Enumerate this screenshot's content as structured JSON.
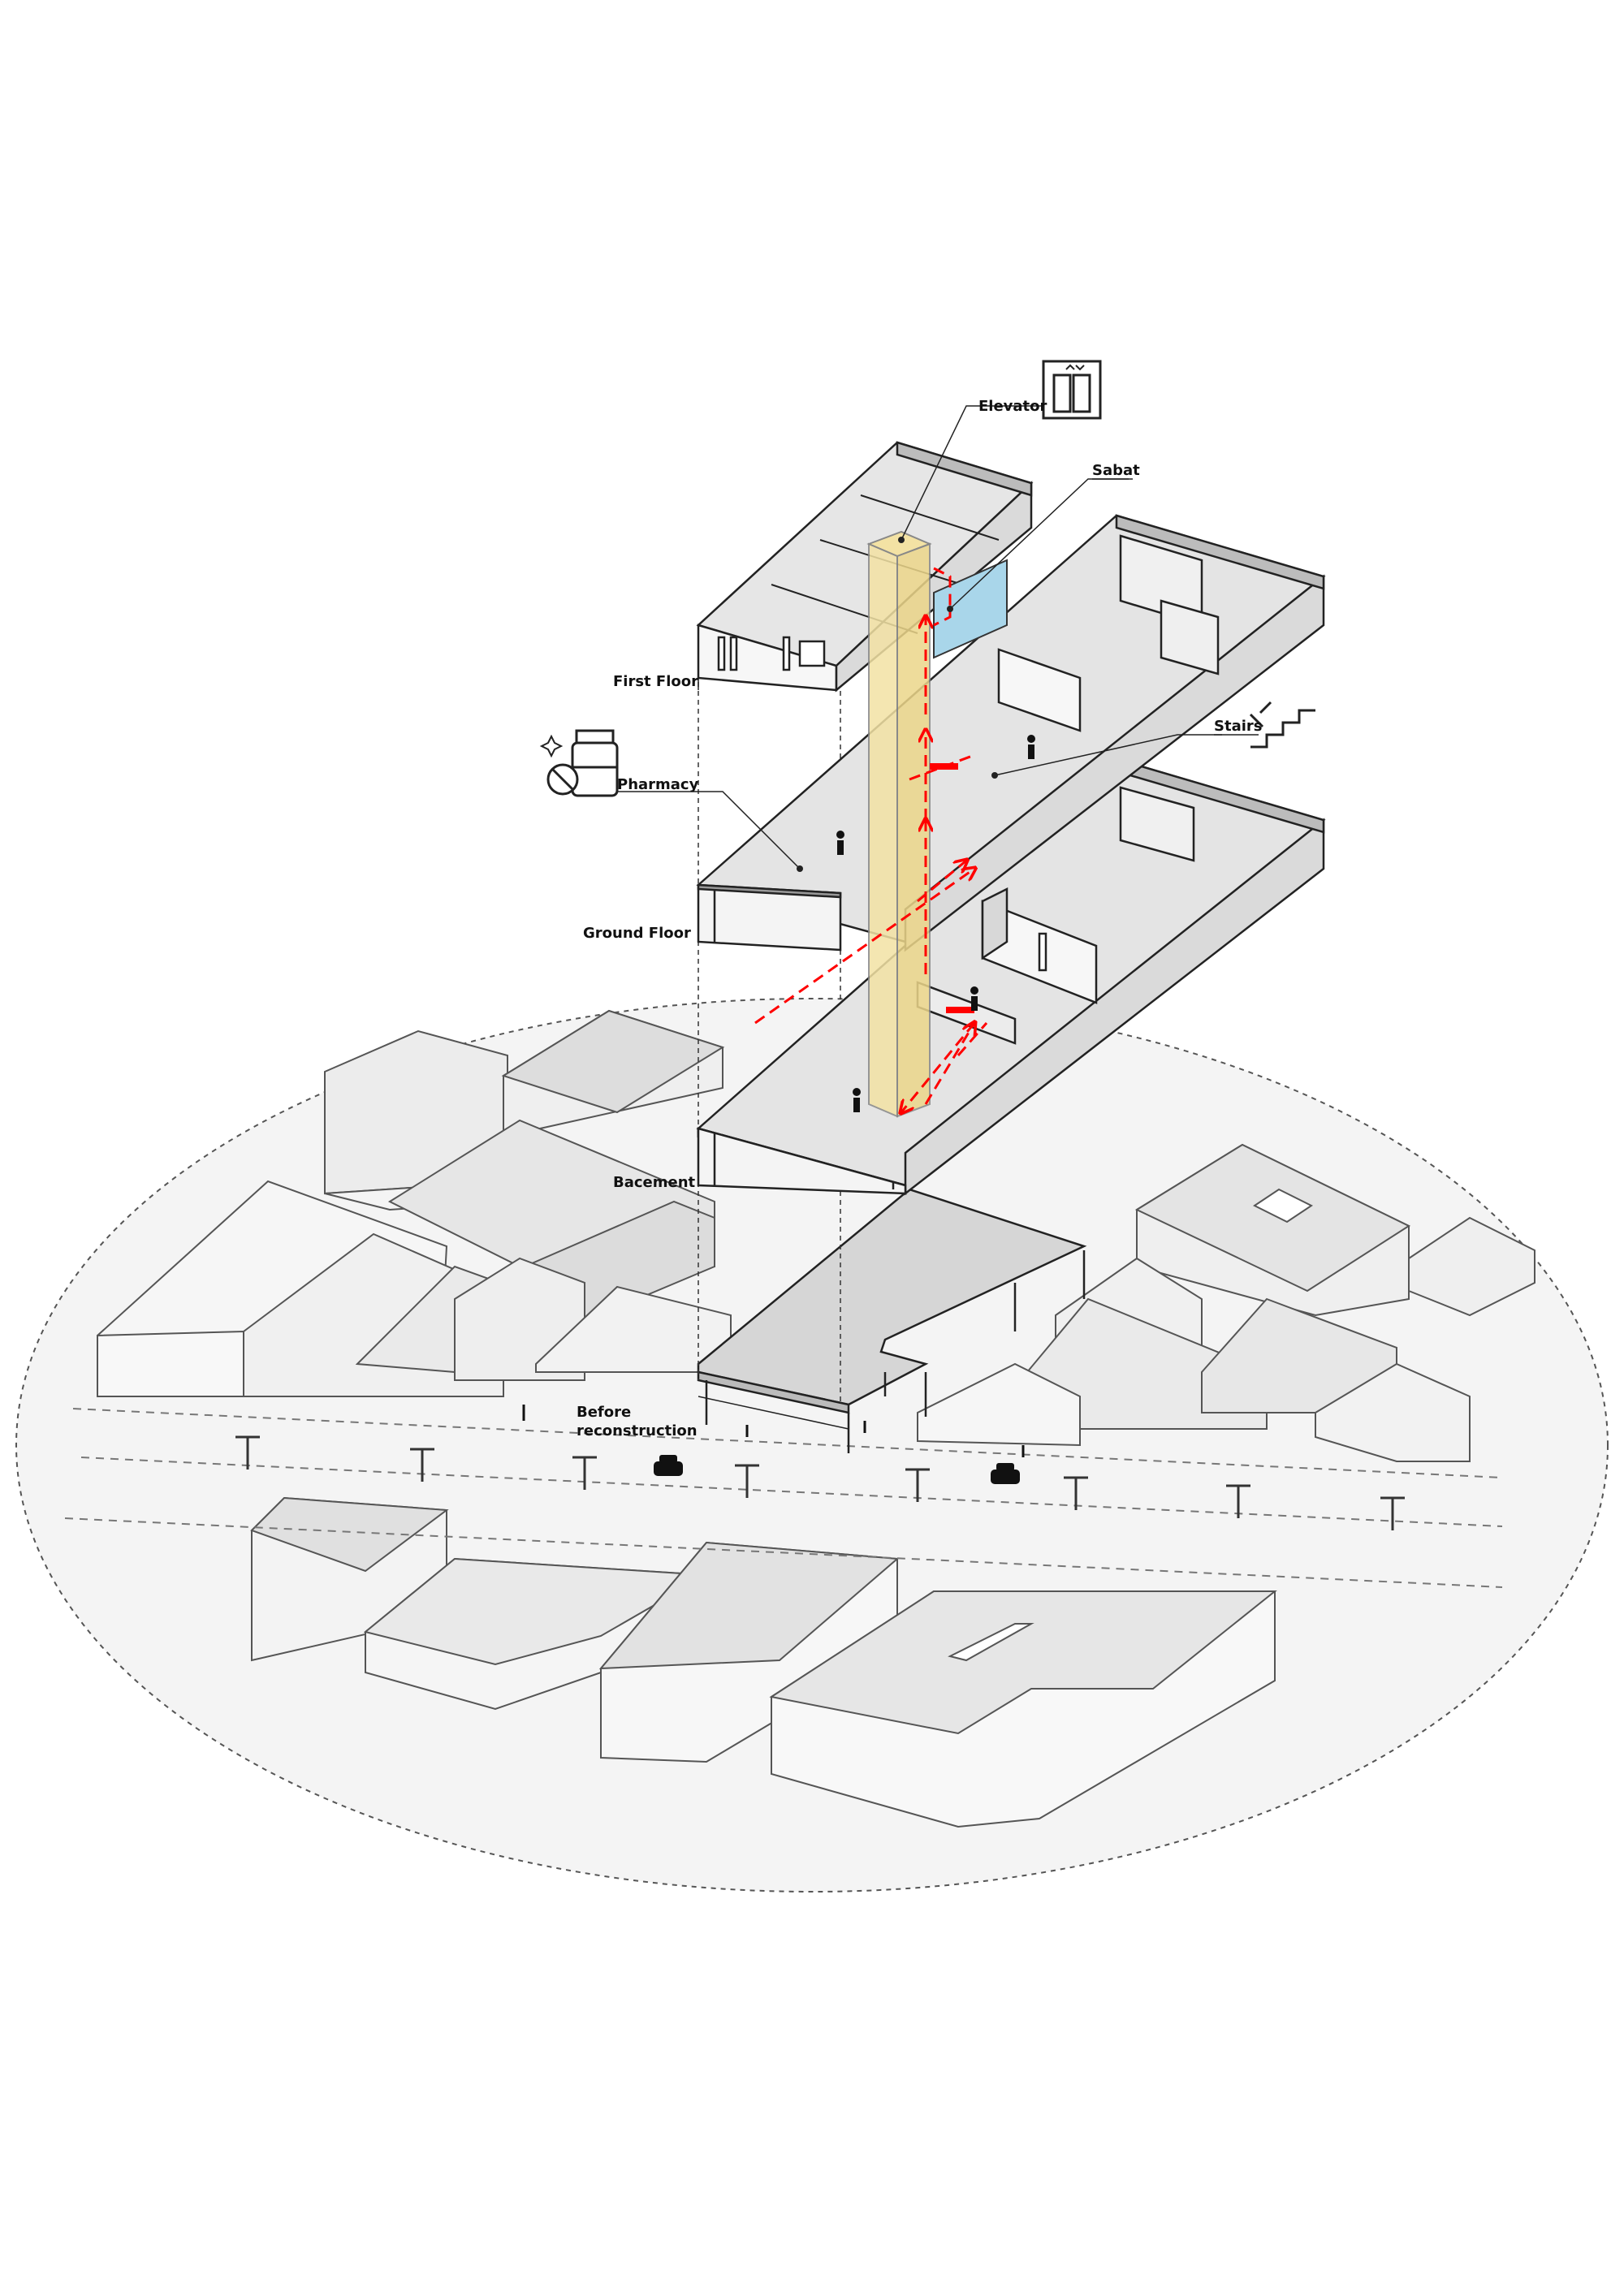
{
  "labels": {
    "elevator": "Elevator",
    "sabat": "Sabat",
    "first_floor": "First Floor",
    "stairs": "Stairs",
    "pharmacy": "Pharmacy",
    "ground_floor": "Ground Floor",
    "basement": "Bacement",
    "before_line1": "Before",
    "before_line2": "reconstruction"
  },
  "colors": {
    "elevator_shaft": "#f3e2a4",
    "sabat_glass": "#a9d6ea",
    "circulation": "#ff0000",
    "context_massing": "#e8e8e8",
    "site_ellipse": "#f4f4f4"
  },
  "icons": [
    "elevator-icon",
    "stairs-icon",
    "pharmacy-icon",
    "person-icon",
    "car-icon",
    "streetlight-icon"
  ]
}
